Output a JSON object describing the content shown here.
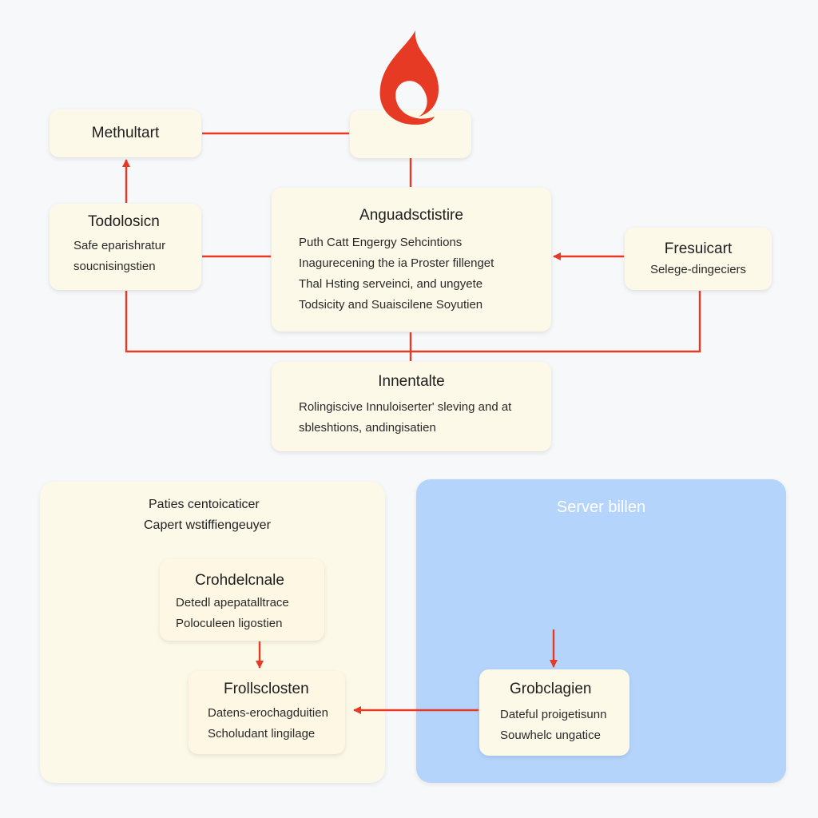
{
  "colors": {
    "accent": "#e63a24",
    "card": "#fdf9e8",
    "panel_blue": "#b5d4fb",
    "background": "#f7f8fa"
  },
  "logo": {
    "icon": "flame-icon"
  },
  "nodes": {
    "methultart": {
      "title": "Methultart"
    },
    "todolosicn": {
      "title": "Todolosicn",
      "lines": [
        "Safe eparishratur",
        "soucnisingstien"
      ]
    },
    "anguadsctistire": {
      "title": "Anguadsctistire",
      "lines": [
        "Puth Catt Engergy Sehcintions",
        "Inagurecening the ia Proster fillenget",
        "Thal Hsting serveinci, and ungyete",
        "Todsicity and Suaiscilene Soyutien"
      ]
    },
    "fresuicart": {
      "title": "Fresuicart",
      "lines": [
        "Selege-dingeciers"
      ]
    },
    "innentalte": {
      "title": "Innentalte",
      "lines": [
        "Rolingiscive Innuloiserter' sleving and at",
        "sbleshtions, andingisatien"
      ]
    }
  },
  "left_panel": {
    "title": "Paties centoicaticer",
    "subtitle": "Capert wstiffiengeuyer",
    "crohdelcnale": {
      "title": "Crohdelcnale",
      "lines": [
        "Detedl apepatalltrace",
        "Poloculeen ligostien"
      ]
    },
    "frollsclosten": {
      "title": "Frollsclosten",
      "lines": [
        "Datens-erochagduitien",
        "Scholudant lingilage"
      ]
    }
  },
  "right_panel": {
    "title": "Server billen",
    "grobclagien": {
      "title": "Grobclagien",
      "lines": [
        "Dateful proigetisunn",
        "Souwhelc ungatice"
      ]
    }
  }
}
